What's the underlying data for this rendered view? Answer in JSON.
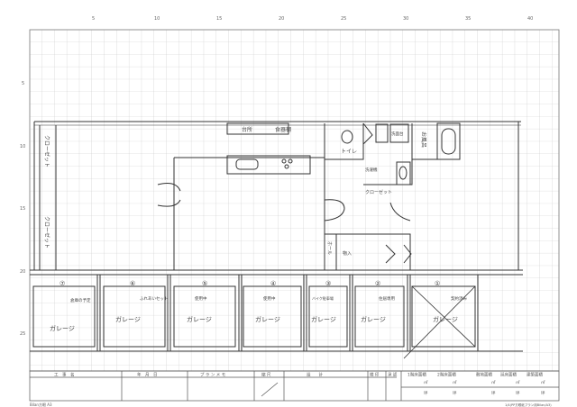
{
  "sheet": {
    "top_scale": [
      "5",
      "10",
      "15",
      "20",
      "25",
      "30",
      "35",
      "40"
    ],
    "left_scale": [
      "5",
      "10",
      "15",
      "20",
      "25"
    ],
    "footer_left": "Bilan方眼 A3",
    "footer_right": "1/4(PP方眼紙プラン用Bilan/A3)"
  },
  "rooms": {
    "kitchen_top": "台所",
    "cupboard": "食器棚",
    "toilet": "トイレ",
    "washroom": "洗面台",
    "laundry": "洗濯機",
    "bath": "お風呂",
    "closet": "クローゼット",
    "left_closet_1": "クローゼット",
    "left_closet_2": "クローゼット",
    "hall": "ホール",
    "storage": "物入"
  },
  "garages": [
    {
      "number": "⑦",
      "label": "ガレージ",
      "note": "倉庫の予定"
    },
    {
      "number": "⑥",
      "label": "ガレージ",
      "note": "ふれあいセット"
    },
    {
      "number": "⑤",
      "label": "ガレージ",
      "note": "使用中"
    },
    {
      "number": "④",
      "label": "ガレージ",
      "note": "使用中"
    },
    {
      "number": "③",
      "label": "ガレージ",
      "note": "バイク駐車場"
    },
    {
      "number": "②",
      "label": "ガレージ",
      "note": "住居専用"
    },
    {
      "number": "①",
      "label": "ガレージ",
      "note": "契約済み"
    }
  ],
  "title_block": {
    "project": "工　事　名",
    "date": "年　月　日",
    "plan": "プ ラ ン メ モ",
    "scale": "縮 尺",
    "design": "設　　計",
    "inspect": "検 印",
    "approve": "承 認",
    "areas": [
      {
        "label": "1階床面積",
        "m2": "㎡",
        "tsubo": "坪"
      },
      {
        "label": "2階床面積",
        "m2": "㎡",
        "tsubo": "坪"
      },
      {
        "label": "敷地面積",
        "m2": "㎡",
        "tsubo": "坪"
      },
      {
        "label": "延床面積",
        "m2": "㎡",
        "tsubo": "坪"
      },
      {
        "label": "建築面積",
        "m2": "㎡",
        "tsubo": "坪"
      }
    ]
  }
}
